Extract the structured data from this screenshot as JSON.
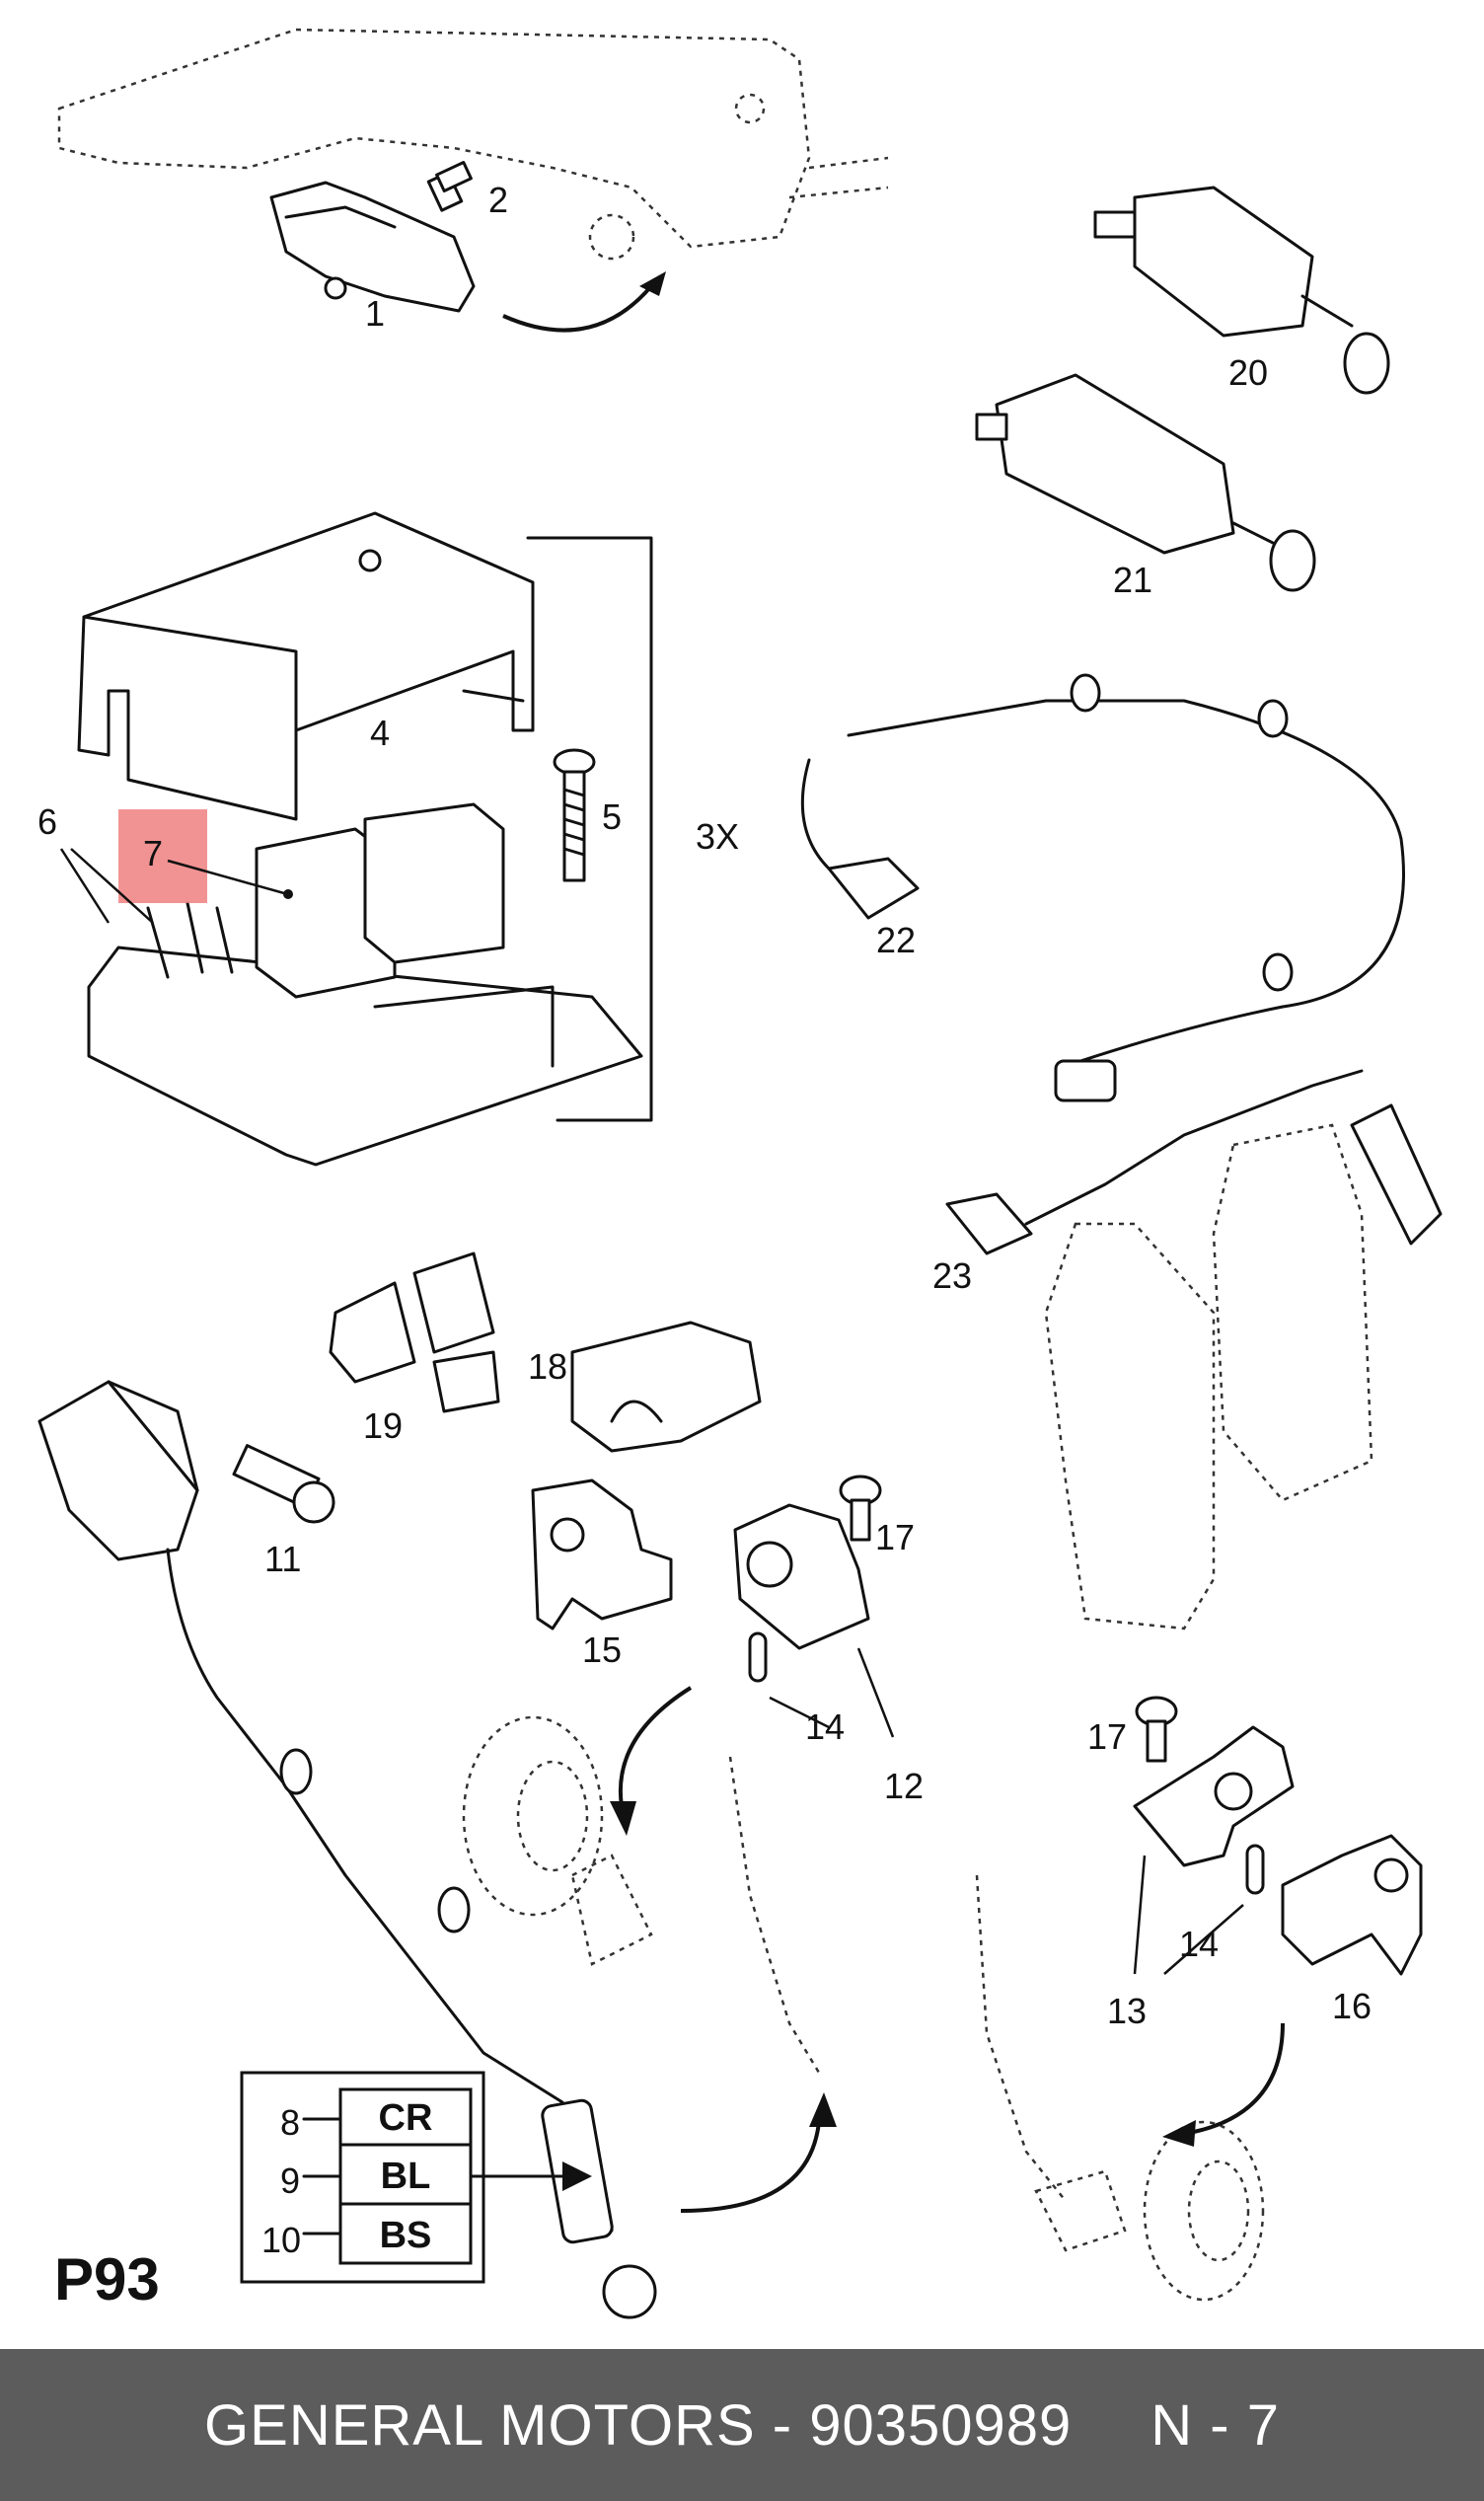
{
  "callouts": {
    "c1": "1",
    "c2": "2",
    "c3x": "3X",
    "c4": "4",
    "c5": "5",
    "c6": "6",
    "c7": "7",
    "c8": "8",
    "c9": "9",
    "c10": "10",
    "c11": "11",
    "c12": "12",
    "c13": "13",
    "c14a": "14",
    "c14b": "14",
    "c15": "15",
    "c16": "16",
    "c17a": "17",
    "c17b": "17",
    "c18": "18",
    "c19": "19",
    "c20": "20",
    "c21": "21",
    "c22": "22",
    "c23": "23"
  },
  "legend_table": {
    "row1": "CR",
    "row2": "BL",
    "row3": "BS"
  },
  "page_code": "P93",
  "footer": {
    "brand_part": "GENERAL MOTORS - 90350989",
    "page": "N - 7"
  },
  "colors": {
    "highlight": "#f08080",
    "footer_bg": "#5c5c5c",
    "footer_text": "#ffffff"
  }
}
